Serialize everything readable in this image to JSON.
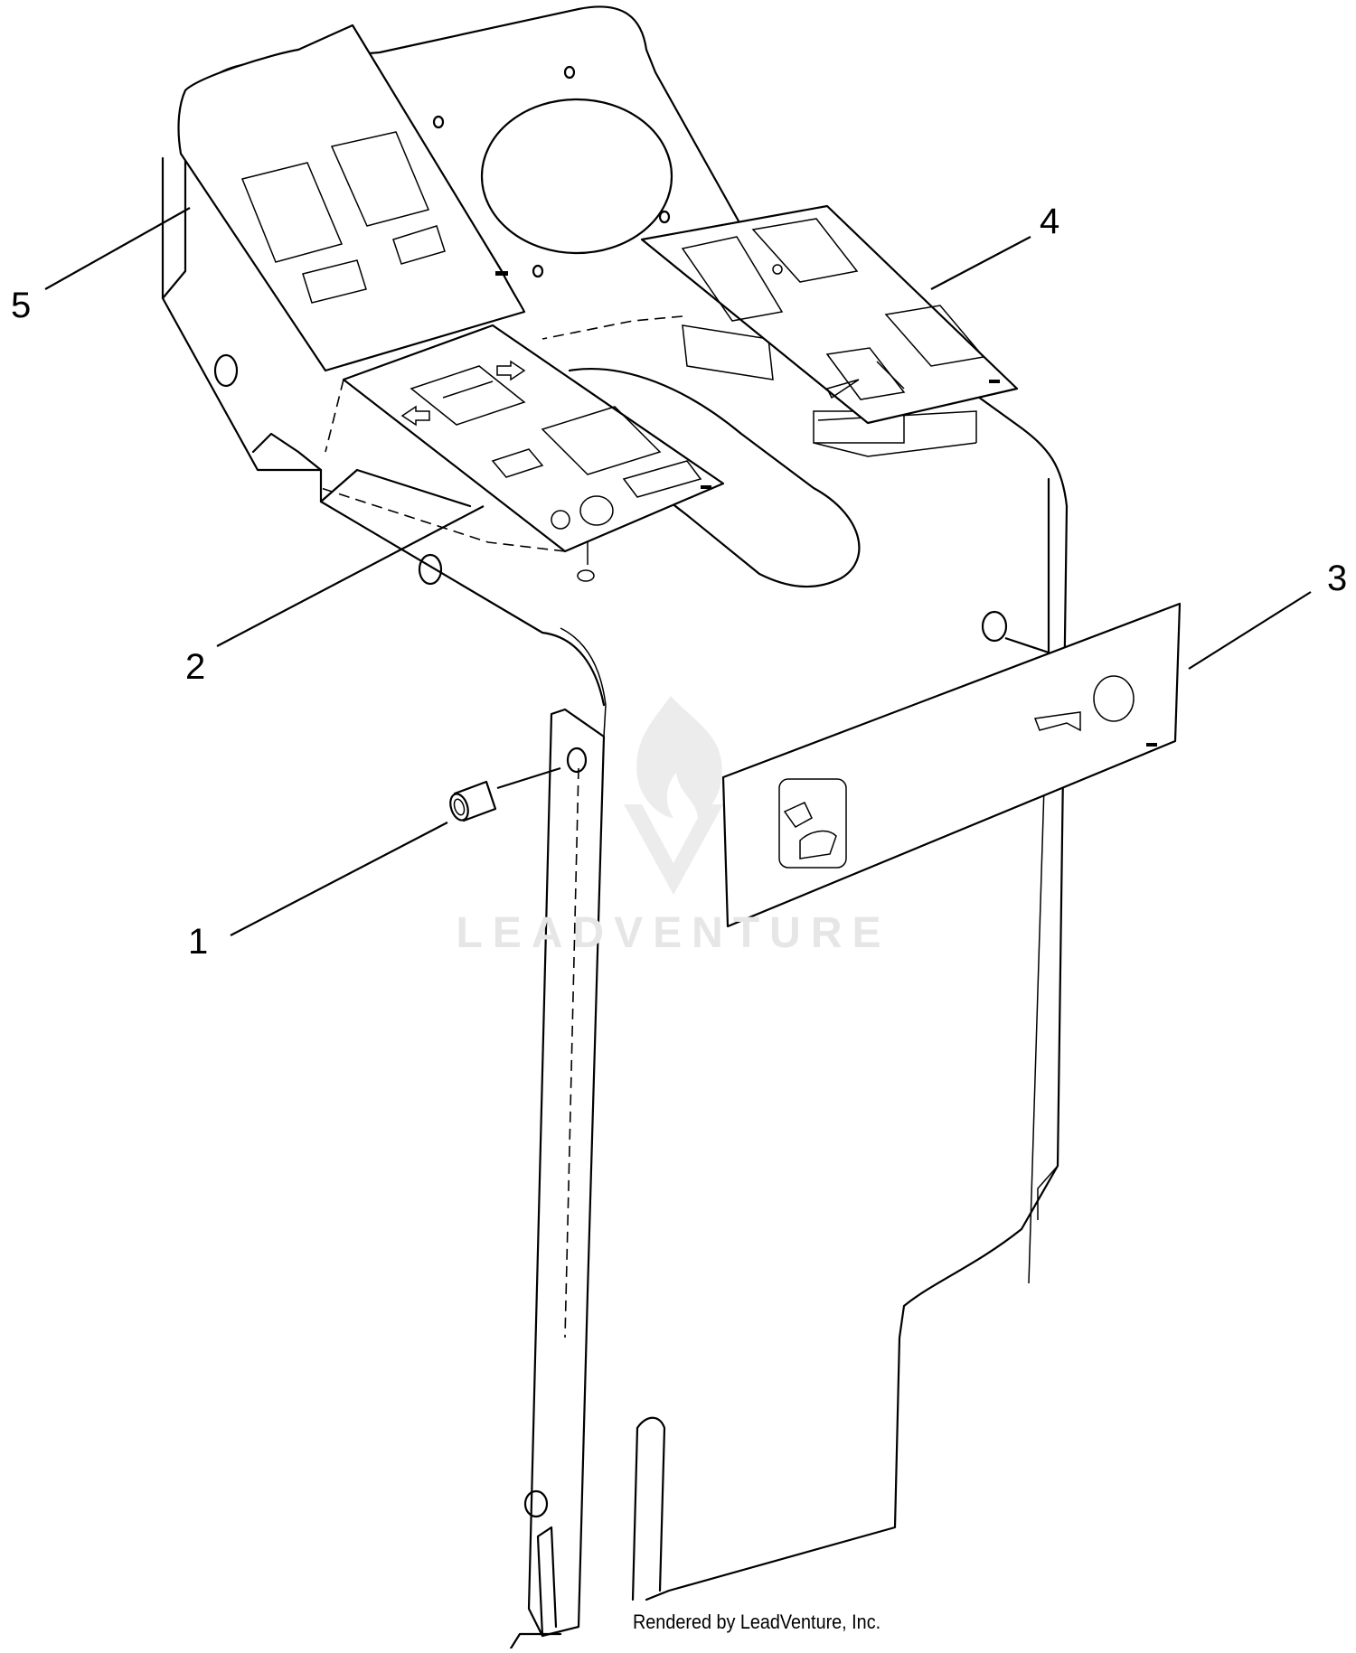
{
  "callouts": [
    {
      "id": "1",
      "label": "1"
    },
    {
      "id": "2",
      "label": "2"
    },
    {
      "id": "3",
      "label": "3"
    },
    {
      "id": "4",
      "label": "4"
    },
    {
      "id": "5",
      "label": "5"
    }
  ],
  "watermark": "LEADVENTURE",
  "footer": "Rendered by LeadVenture, Inc.",
  "colors": {
    "line": "#000000",
    "background": "#ffffff",
    "watermark": "#e6e6e6"
  },
  "icons": [
    "fire-logo-icon",
    "horn-icon",
    "hand-warning-icon",
    "arrow-left-icon",
    "arrow-right-icon"
  ]
}
